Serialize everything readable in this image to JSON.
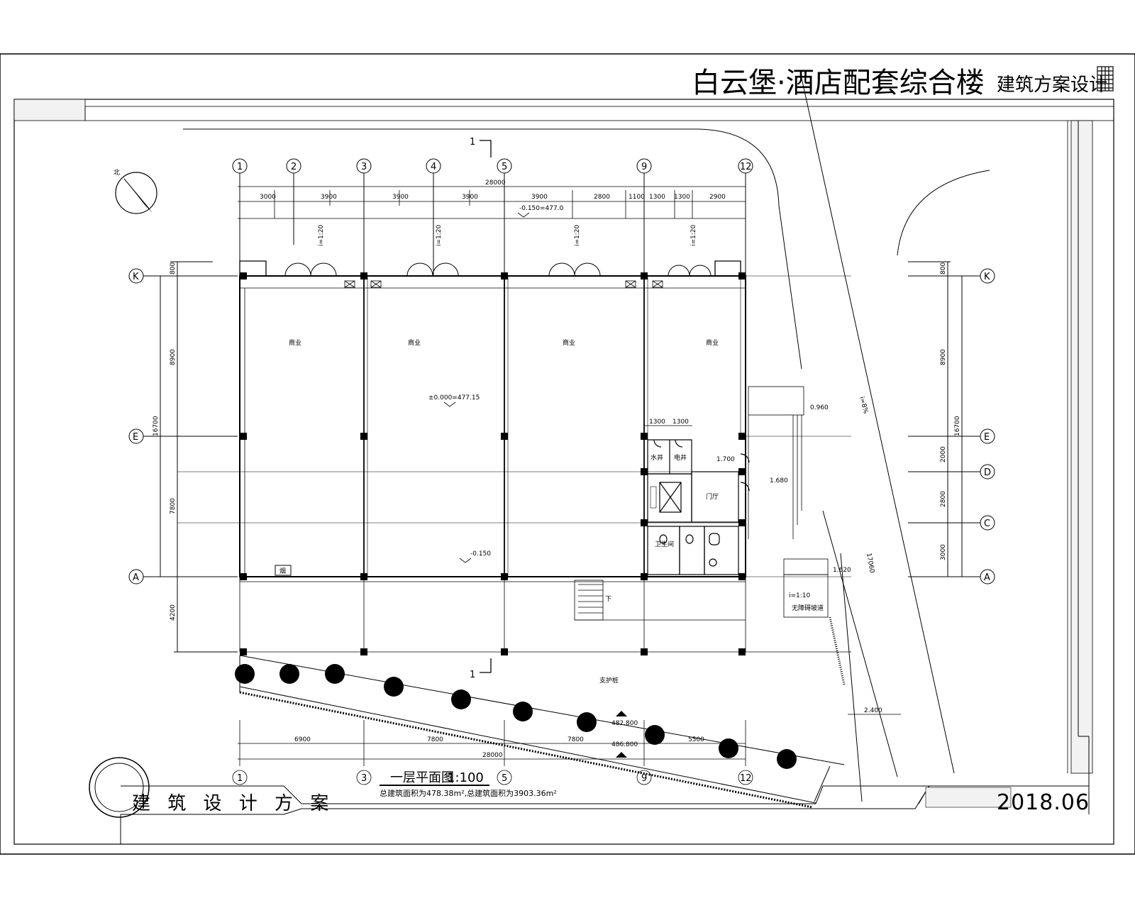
{
  "header": {
    "title": "白云堡·酒店配套综合楼",
    "subtitle": "建筑方案设计"
  },
  "drawing": {
    "name": "一层平面图",
    "scale": "1:100",
    "area_note": "总建筑面积为478.38m²,总建筑面积为3903.36m²",
    "north_label": "北",
    "section_label": "1"
  },
  "footer": {
    "stamp": "建 筑 设 计 方 案",
    "date": "2018.06"
  },
  "axes": {
    "top": [
      "1",
      "2",
      "3",
      "4",
      "5",
      "9",
      "12"
    ],
    "bottom": [
      "1",
      "3",
      "5",
      "9",
      "12"
    ],
    "left": [
      "K",
      "E",
      "A"
    ],
    "right": [
      "K",
      "E",
      "D",
      "C",
      "A"
    ]
  },
  "dimensions": {
    "top_total": "28000",
    "top_parts": [
      "3000",
      "3900",
      "3900",
      "3900",
      "3900",
      "2800",
      "1100",
      "1300",
      "1300",
      "2900"
    ],
    "bottom_total": "28000",
    "bottom_parts": [
      "6900",
      "7800",
      "7800",
      "5500"
    ],
    "left_total": "16700",
    "left_parts": [
      "800",
      "8900",
      "7800",
      "4200"
    ],
    "right_total": "16700",
    "right_parts": [
      "800",
      "8900",
      "2000",
      "2800",
      "3000"
    ],
    "stair_parts": [
      "1300",
      "1300"
    ]
  },
  "ramps": [
    "i=1:20",
    "i=1:20",
    "i=1:20",
    "i=1:20"
  ],
  "access_ramp": {
    "slope": "i=1:10",
    "label": "无障碍坡道"
  },
  "road": {
    "slope": "i=8%",
    "length": "17060"
  },
  "levels": {
    "entry": "-0.150=477.0",
    "floor": "±0.000=477.15",
    "indoor": "-0.150",
    "l1": "0.960",
    "l2": "1.700",
    "l3": "1.680",
    "l4": "1.620",
    "l5": "2.400",
    "l6": "482.800",
    "l7": "486.800"
  },
  "rooms": {
    "shop": "商业",
    "water_shaft": "水井",
    "elec_shaft": "电井",
    "lobby": "门厅",
    "wc": "卫生间",
    "smoke": "烟",
    "retaining_wall": "支护桩",
    "down": "下"
  }
}
